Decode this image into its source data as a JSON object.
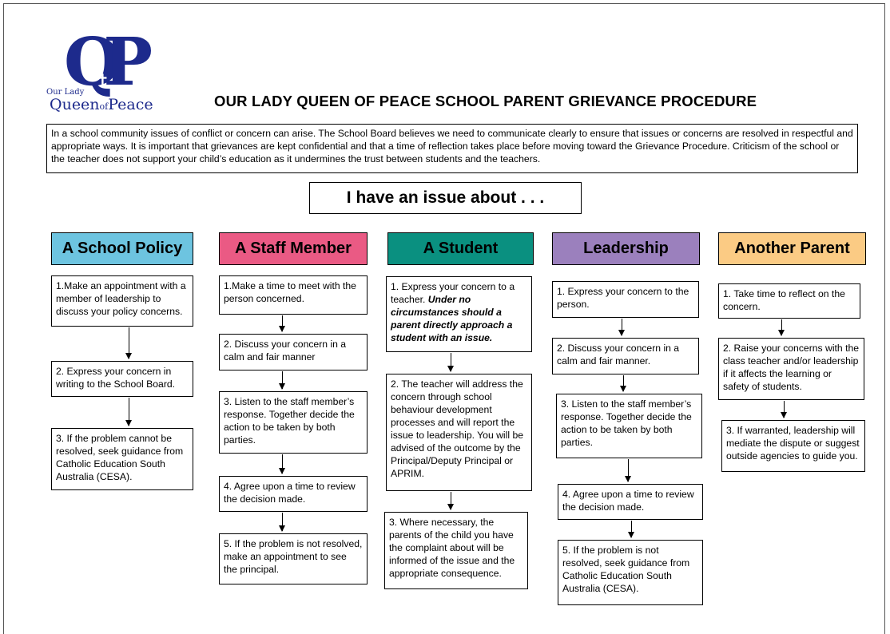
{
  "logo": {
    "mark": "QP",
    "small_text": "Our Lady",
    "name_part1": "Queen",
    "name_of": "of",
    "name_part2": "Peace"
  },
  "title": "OUR LADY QUEEN OF PEACE SCHOOL PARENT GRIEVANCE PROCEDURE",
  "intro": "In a school community issues of conflict or concern can arise.  The School Board believes we need to communicate clearly to ensure that issues or concerns are resolved in respectful and appropriate ways.  It is important that grievances are kept confidential and that a time of reflection takes place before moving toward the Grievance Procedure.  Criticism of the school or the teacher does not support your child’s education as it undermines the trust between students and the teachers.",
  "issue_heading": "I have an issue about . . .",
  "colors": {
    "school_policy": "#6dc4e0",
    "staff_member": "#ea5a84",
    "student": "#0a9080",
    "leadership": "#9b80bd",
    "another_parent": "#fbcb84"
  },
  "columns": {
    "school_policy": {
      "label": "A School Policy",
      "steps": [
        "1.Make an appointment with a member of leadership to discuss your policy concerns.",
        "2.  Express your concern in writing to the School Board.",
        "3.  If the problem cannot be resolved, seek guidance from Catholic Education South Australia  (CESA)."
      ]
    },
    "staff_member": {
      "label": "A Staff Member",
      "steps": [
        "1.Make a time to meet with the person concerned.",
        "2.  Discuss your concern in a calm and fair manner",
        "3.  Listen to the staff member’s response.  Together decide the action to be taken by both parties.",
        "4.  Agree upon a time to review the decision made.",
        "5.  If the problem is not resolved, make an appointment to see the principal."
      ]
    },
    "student": {
      "label": "A Student",
      "step1_text": "1. Express your concern to a teacher. ",
      "step1_emphasis": "Under no circumstances should a parent directly approach a student with an issue.",
      "steps": [
        "",
        "2.  The teacher will address the concern through school behaviour development processes and will report the issue to leadership.  You will be advised of the outcome by the Principal/Deputy Principal or APRIM.",
        "3.  Where necessary, the parents of the child you have the complaint about will be informed of the issue and the appropriate consequence."
      ]
    },
    "leadership": {
      "label": "Leadership",
      "steps": [
        "1.  Express your concern to the person.",
        "2.  Discuss your concern in a calm and fair manner.",
        "3.  Listen to the staff member’s response.  Together decide the action to be taken by both parties.",
        "4.  Agree upon a time to review the decision made.",
        "5.  If the problem is not resolved, seek guidance from Catholic Education South Australia (CESA)."
      ]
    },
    "another_parent": {
      "label": "Another Parent",
      "steps": [
        "1.  Take time to reflect on the concern.",
        "2.  Raise your concerns with the class teacher and/or leadership if it affects the learning or safety of students.",
        "3.  If warranted, leadership will mediate the dispute or suggest outside agencies to guide you."
      ]
    }
  }
}
